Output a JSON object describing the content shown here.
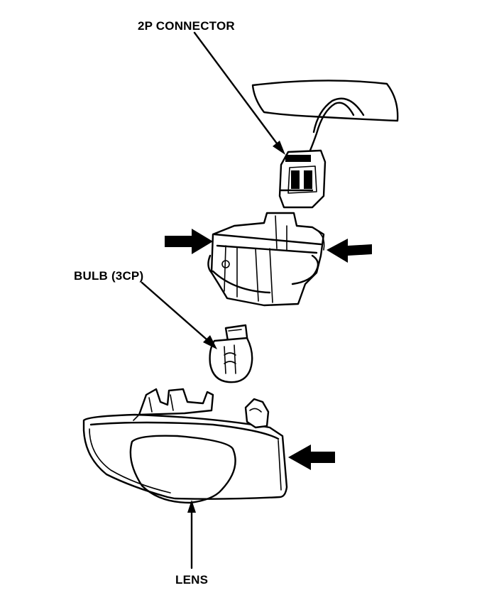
{
  "labels": {
    "connector": "2P CONNECTOR",
    "bulb": "BULB (3CP)",
    "lens": "LENS"
  },
  "parts": [
    {
      "name": "mounting-surface"
    },
    {
      "name": "2p-connector"
    },
    {
      "name": "socket-housing"
    },
    {
      "name": "bulb-3cp"
    },
    {
      "name": "lens"
    }
  ],
  "colors": {
    "ink": "#000000",
    "paper": "#ffffff"
  }
}
